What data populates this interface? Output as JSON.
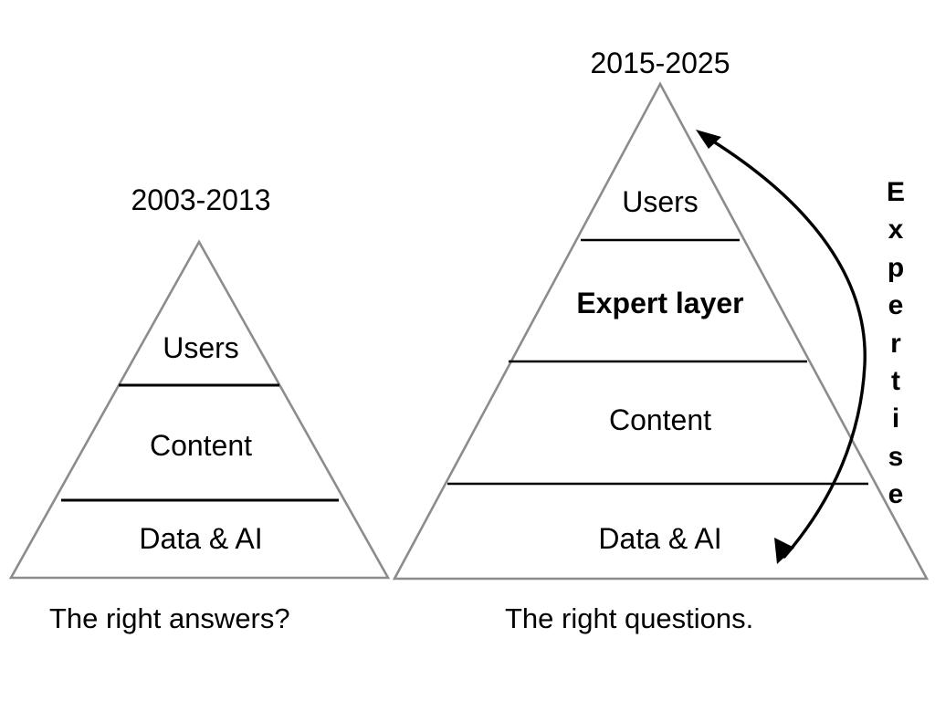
{
  "diagram": {
    "type": "pyramid-comparison",
    "background_color": "#ffffff",
    "outline_color": "#8c8c8c",
    "divider_color": "#000000",
    "arrow_color": "#000000"
  },
  "pyramids": [
    {
      "id": "left",
      "era_title": "2003-2013",
      "caption": "The right answers?",
      "tiers": [
        {
          "label": "Users",
          "bold": false
        },
        {
          "label": "Content",
          "bold": false
        },
        {
          "label": "Data & AI",
          "bold": false
        }
      ]
    },
    {
      "id": "right",
      "era_title": "2015-2025",
      "caption": "The right questions.",
      "tiers": [
        {
          "label": "Users",
          "bold": false
        },
        {
          "label": "Expert layer",
          "bold": true
        },
        {
          "label": "Content",
          "bold": false
        },
        {
          "label": "Data & AI",
          "bold": false
        }
      ]
    }
  ],
  "annotation": {
    "axis_label": "Expertise",
    "axis_letters": [
      "E",
      "x",
      "p",
      "e",
      "r",
      "t",
      "i",
      "s",
      "e"
    ],
    "arrow_style": "double-headed curved arrow"
  }
}
